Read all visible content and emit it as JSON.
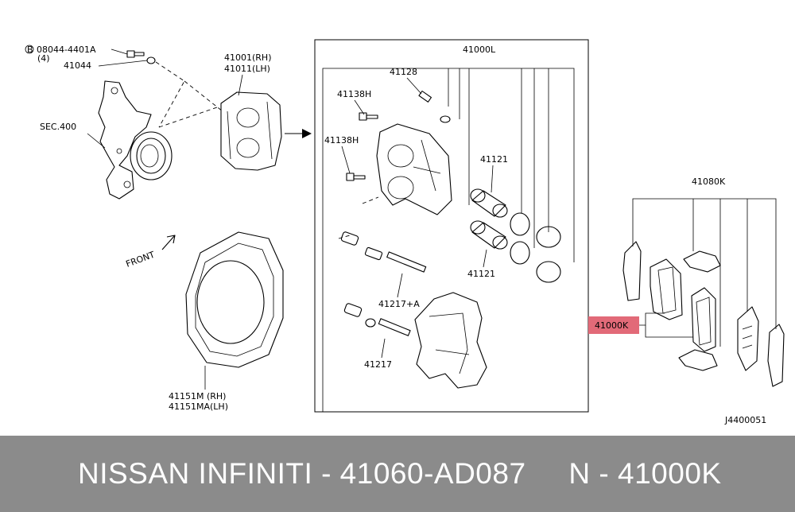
{
  "labels": {
    "bolt_ref": "08044-4401A",
    "bolt_qty": "(4)",
    "washer": "41044",
    "knuckle": "SEC.400",
    "caliper_rh": "41001(RH)",
    "caliper_lh": "41011(LH)",
    "caliper_assy": "41000L",
    "bleeder": "41128",
    "bolt_a": "41138H",
    "bolt_b": "41138H",
    "piston_top": "41121",
    "piston_bottom": "41121",
    "pin_a": "41217+A",
    "pin_b": "41217",
    "pad_kit": "41080K",
    "pad_highlight": "41000K",
    "front": "FRONT",
    "shield_rh": "41151M (RH)",
    "shield_lh": "41151MA(LH)",
    "diagram_code": "J4400051"
  },
  "colors": {
    "highlight": "#e26a78",
    "footer_bg": "#8b8b8b",
    "footer_text": "#ffffff"
  },
  "footer": {
    "text": "NISSAN INFINITI - 41060-AD087     N - 41000K"
  }
}
